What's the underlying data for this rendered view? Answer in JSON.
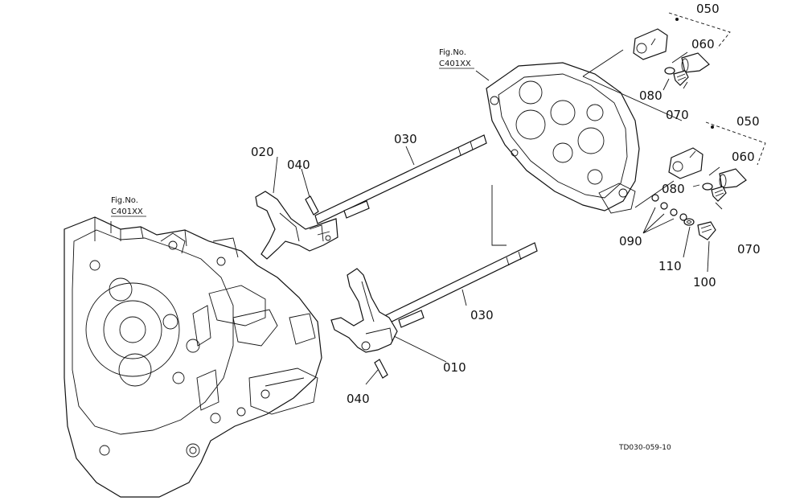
{
  "figure": {
    "code": "TD030-059-10",
    "fig_refs": [
      {
        "line1": "Fig.No.",
        "line2": "C401XX"
      },
      {
        "line1": "Fig.No.",
        "line2": "C401XX"
      }
    ],
    "callouts": [
      {
        "id": "c050a",
        "text": "050"
      },
      {
        "id": "c060a",
        "text": "060"
      },
      {
        "id": "c080a",
        "text": "080"
      },
      {
        "id": "c070a",
        "text": "070"
      },
      {
        "id": "c050b",
        "text": "050"
      },
      {
        "id": "c060b",
        "text": "060"
      },
      {
        "id": "c080b",
        "text": "080"
      },
      {
        "id": "c070b",
        "text": "070"
      },
      {
        "id": "c090",
        "text": "090"
      },
      {
        "id": "c110",
        "text": "110"
      },
      {
        "id": "c100",
        "text": "100"
      },
      {
        "id": "c030a",
        "text": "030"
      },
      {
        "id": "c020",
        "text": "020"
      },
      {
        "id": "c040a",
        "text": "040"
      },
      {
        "id": "c030b",
        "text": "030"
      },
      {
        "id": "c010",
        "text": "010"
      },
      {
        "id": "c040b",
        "text": "040"
      }
    ]
  }
}
